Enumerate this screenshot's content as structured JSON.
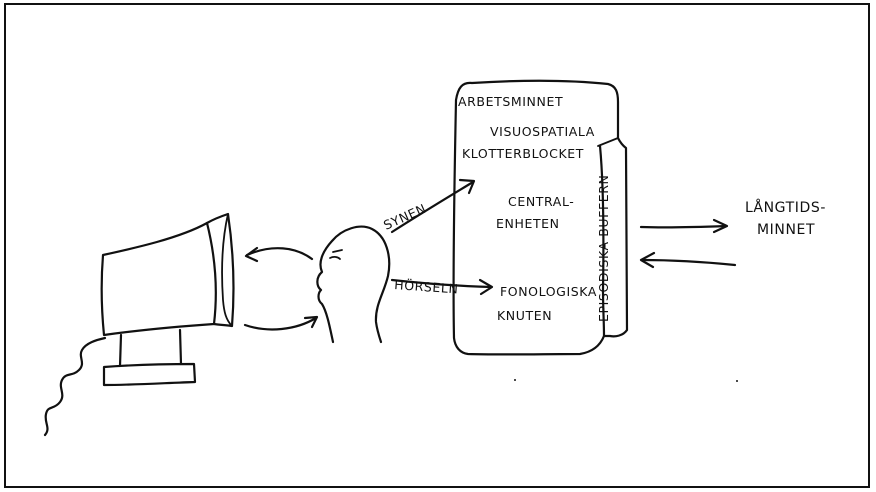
{
  "diagram": {
    "labels": {
      "arbetsminnet": "ARBETSMINNET",
      "visuospatiala_1": "VISUOSPATIALA",
      "visuospatiala_2": "KLOTTERBLOCKET",
      "central_1": "CENTRAL-",
      "central_2": "ENHETEN",
      "episodiska": "EPISODISKA BUFFERN",
      "fonologiska_1": "FONOLOGISKA",
      "fonologiska_2": "KNUTEN",
      "synen": "SYNEN",
      "horseln": "HÖRSELN",
      "langtids_1": "LÅNGTIDS-",
      "langtids_2": "MINNET"
    },
    "ink_color": "#111111",
    "background_color": "#ffffff"
  }
}
